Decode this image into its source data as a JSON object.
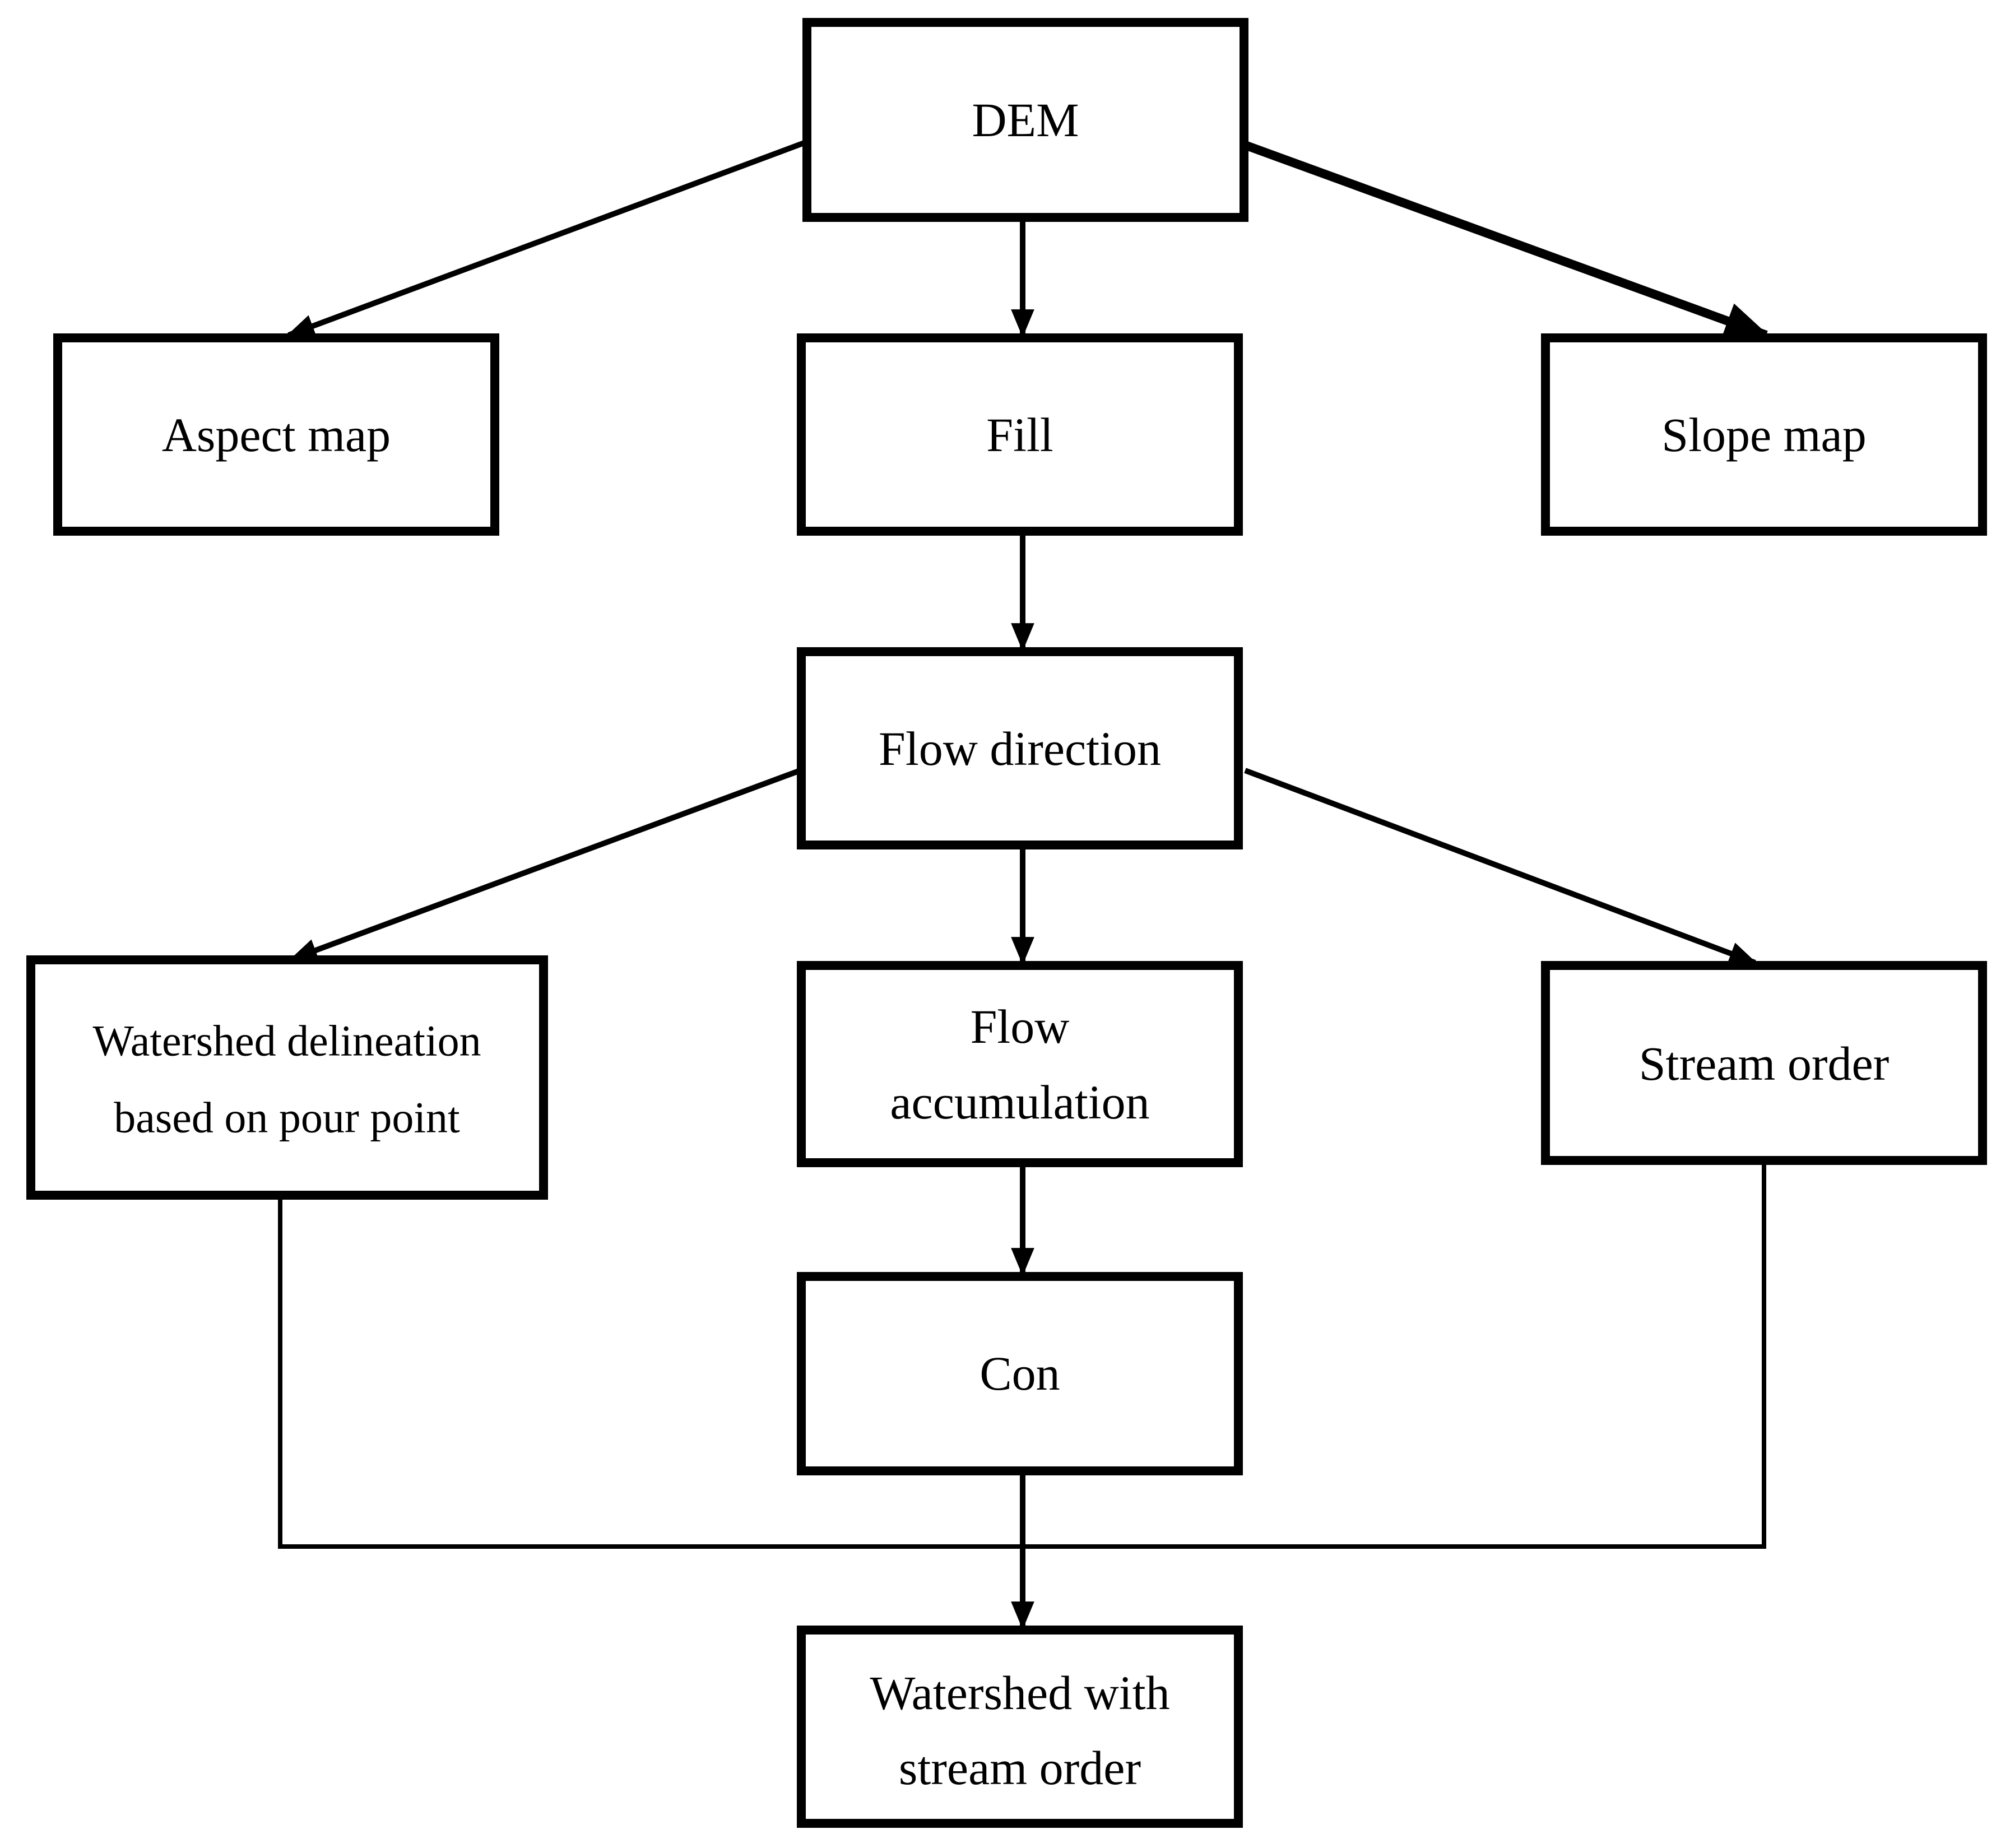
{
  "nodes": {
    "dem": {
      "label": "DEM"
    },
    "aspect_map": {
      "label": "Aspect map"
    },
    "fill": {
      "label": "Fill"
    },
    "slope_map": {
      "label": "Slope map"
    },
    "flow_direction": {
      "label": "Flow direction"
    },
    "watershed_delineation": {
      "line1": "Watershed delineation",
      "line2": "based on pour point"
    },
    "flow_accumulation": {
      "line1": "Flow",
      "line2": "accumulation"
    },
    "stream_order": {
      "label": "Stream order"
    },
    "con": {
      "label": "Con"
    },
    "watershed_stream_order": {
      "line1": "Watershed with",
      "line2": "stream order"
    }
  },
  "edges": [
    {
      "from": "DEM",
      "to": "Aspect map"
    },
    {
      "from": "DEM",
      "to": "Fill"
    },
    {
      "from": "DEM",
      "to": "Slope map"
    },
    {
      "from": "Fill",
      "to": "Flow direction"
    },
    {
      "from": "Flow direction",
      "to": "Watershed delineation based on pour point"
    },
    {
      "from": "Flow direction",
      "to": "Flow accumulation"
    },
    {
      "from": "Flow direction",
      "to": "Stream order"
    },
    {
      "from": "Flow accumulation",
      "to": "Con"
    },
    {
      "from": "Con",
      "to": "Watershed with stream order"
    },
    {
      "from": "Watershed delineation based on pour point",
      "to": "Watershed with stream order"
    },
    {
      "from": "Stream order",
      "to": "Watershed with stream order"
    }
  ],
  "colors": {
    "stroke": "#000000",
    "background": "#ffffff"
  }
}
